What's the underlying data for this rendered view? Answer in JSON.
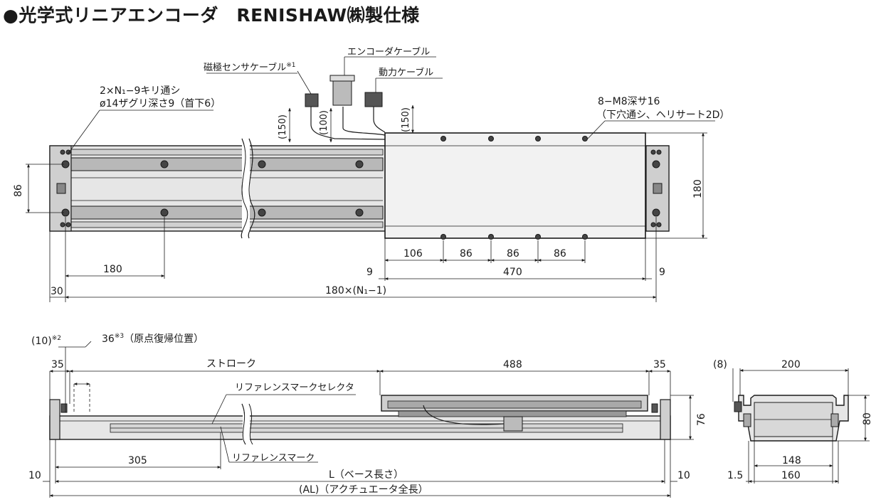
{
  "title": "●光学式リニアエンコーダ　RENISHAW㈱製仕様",
  "top_view": {
    "cable_magnetic": "磁極センサケーブル",
    "cable_magnetic_note": "※1",
    "cable_encoder": "エンコーダケーブル",
    "cable_power": "動力ケーブル",
    "hole_note_1": "2×N₁−9キリ通シ",
    "hole_note_2": "ø14ザグリ深さ9（首下6）",
    "tap_note_1": "8−M8深サ16",
    "tap_note_2": "（下穴通シ、ヘリサート2D）",
    "dim_150_left": "(150)",
    "dim_100": "(100)",
    "dim_150_right": "(150)",
    "dim_86_vertical": "86",
    "dim_180_vertical": "180",
    "dim_180": "180",
    "dim_106": "106",
    "dim_86_a": "86",
    "dim_86_b": "86",
    "dim_86_c": "86",
    "dim_9_left": "9",
    "dim_470": "470",
    "dim_9_right": "9",
    "dim_30": "30",
    "dim_pitch": "180×(N₁−1)"
  },
  "front_view": {
    "dim_10_top": "(10)",
    "dim_10_top_note": "※2",
    "dim_36": "36",
    "dim_36_note": "※3",
    "dim_36_label": "（原点復帰位置）",
    "dim_35_left": "35",
    "stroke": "ストローク",
    "dim_488": "488",
    "dim_35_right": "35",
    "selector_label": "リファレンスマークセレクタ",
    "mark_label": "リファレンスマーク",
    "dim_76": "76",
    "dim_305": "305",
    "dim_10_left": "10",
    "base_length": "L（ベース長さ）",
    "dim_10_right": "10",
    "actuator_length": "(AL)（アクチュエータ全長）"
  },
  "side_view": {
    "dim_8": "(8)",
    "dim_200": "200",
    "dim_80": "80",
    "dim_148": "148",
    "dim_1_5": "1.5",
    "dim_160": "160"
  }
}
